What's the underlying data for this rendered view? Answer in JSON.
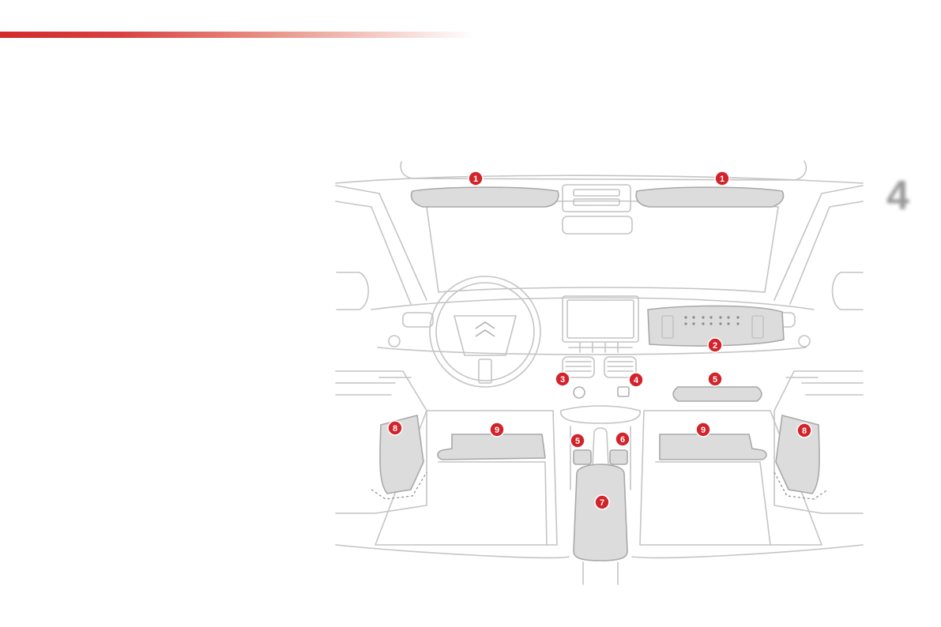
{
  "chapter_number": "4",
  "accent_color": "#d42a2a",
  "markers": [
    {
      "id": "visor-left",
      "label": "1"
    },
    {
      "id": "visor-right",
      "label": "1"
    },
    {
      "id": "glovebox",
      "label": "2"
    },
    {
      "id": "usb-socket",
      "label": "3"
    },
    {
      "id": "12v-socket",
      "label": "4"
    },
    {
      "id": "dash-storage",
      "label": "5"
    },
    {
      "id": "console-storage",
      "label": "5"
    },
    {
      "id": "console-tray",
      "label": "6"
    },
    {
      "id": "armrest",
      "label": "7"
    },
    {
      "id": "door-pocket-left",
      "label": "8"
    },
    {
      "id": "door-pocket-right",
      "label": "8"
    },
    {
      "id": "floor-mat-left",
      "label": "9"
    },
    {
      "id": "floor-mat-right",
      "label": "9"
    }
  ]
}
